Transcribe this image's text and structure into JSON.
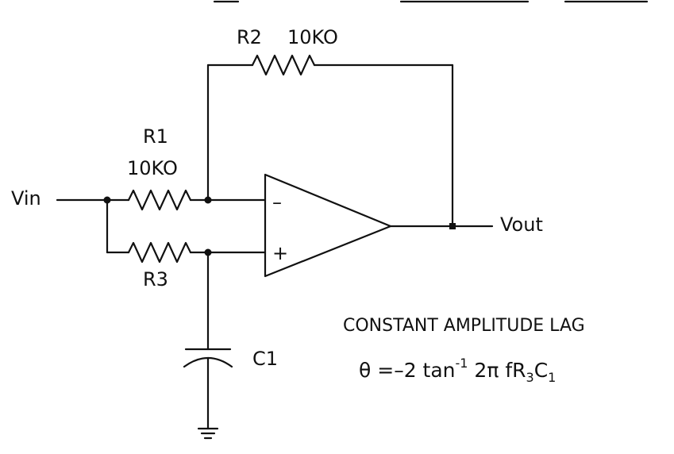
{
  "components": {
    "r1": {
      "name": "R1",
      "value": "10KO"
    },
    "r2": {
      "name": "R2",
      "value": "10KO"
    },
    "r3": {
      "name": "R3"
    },
    "c1": {
      "name": "C1"
    }
  },
  "nodes": {
    "input": "Vin",
    "output": "Vout"
  },
  "opamp": {
    "inverting": "–",
    "non_inverting": "+"
  },
  "caption": {
    "title": "CONSTANT AMPLITUDE LAG",
    "formula_lhs": "θ =–2  tan",
    "formula_exp": "-1",
    "formula_mid": " 2π fR",
    "formula_sub1": "3",
    "formula_c": "C",
    "formula_sub2": "1"
  }
}
